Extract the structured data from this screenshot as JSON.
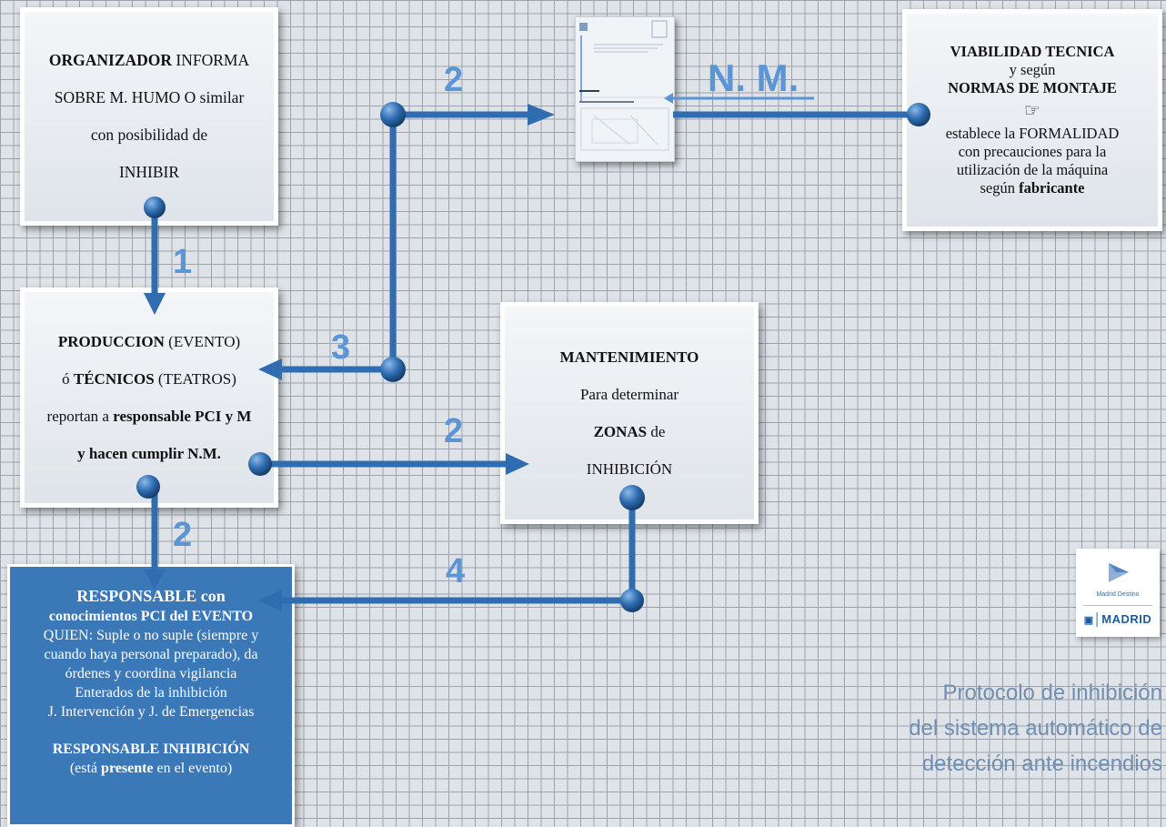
{
  "boxes": {
    "organizador": {
      "line1_bold": "ORGANIZADOR",
      "line1_rest": " INFORMA",
      "line2": "SOBRE M. HUMO O similar",
      "line3": "con posibilidad de",
      "line4": "INHIBIR"
    },
    "produccion": {
      "l1_bold": "PRODUCCION",
      "l1_rest": " (EVENTO)",
      "l2_pre": "ó ",
      "l2_bold": "TÉCNICOS",
      "l2_rest": " (TEATROS)",
      "l3_pre": "reportan a ",
      "l3_bold": "responsable PCI y M",
      "l4_bold": "y hacen cumplir N.M."
    },
    "mantenimiento": {
      "title": "MANTENIMIENTO",
      "l2": "Para determinar",
      "l3_bold": "ZONAS",
      "l3_rest": " de",
      "l4": "INHIBICIÓN"
    },
    "viabilidad": {
      "l1": "VIABILIDAD TECNICA",
      "l2": "y según",
      "l3": "NORMAS DE MONTAJE",
      "hand": "☞",
      "l4": "establece la FORMALIDAD",
      "l5": "con precauciones para la",
      "l6": "utilización de la máquina",
      "l7_pre": "según ",
      "l7_bold": "fabricante"
    },
    "responsable": {
      "l1": "RESPONSABLE con",
      "l2": "conocimientos PCI del EVENTO",
      "l3": "QUIEN: Suple o no suple (siempre y",
      "l4": "cuando haya personal preparado), da",
      "l5": "órdenes y coordina vigilancia",
      "l6": "Enterados de la inhibición",
      "l7": "J. Intervención y J. de Emergencias",
      "l8": "RESPONSABLE INHIBICIÓN",
      "l9_pre": "(está ",
      "l9_bold": "presente",
      "l9_rest": " en el evento)"
    }
  },
  "arrow_labels": {
    "step1": "1",
    "step2_top": "2",
    "step2_mid": "2",
    "step2_low": "2",
    "step3": "3",
    "step4": "4",
    "nm": "N. M."
  },
  "logo": {
    "brand": "Madrid Destino",
    "city": "MADRID"
  },
  "protocol_title": {
    "line1": "Protocolo de inhibición",
    "line2": "del sistema automático de",
    "line3": "detección ante incendios"
  },
  "colors": {
    "connector": "#2f6db0",
    "label": "#5b95d6",
    "responsable_fill": "#3b78b8",
    "grid": "#9aa3ad"
  }
}
